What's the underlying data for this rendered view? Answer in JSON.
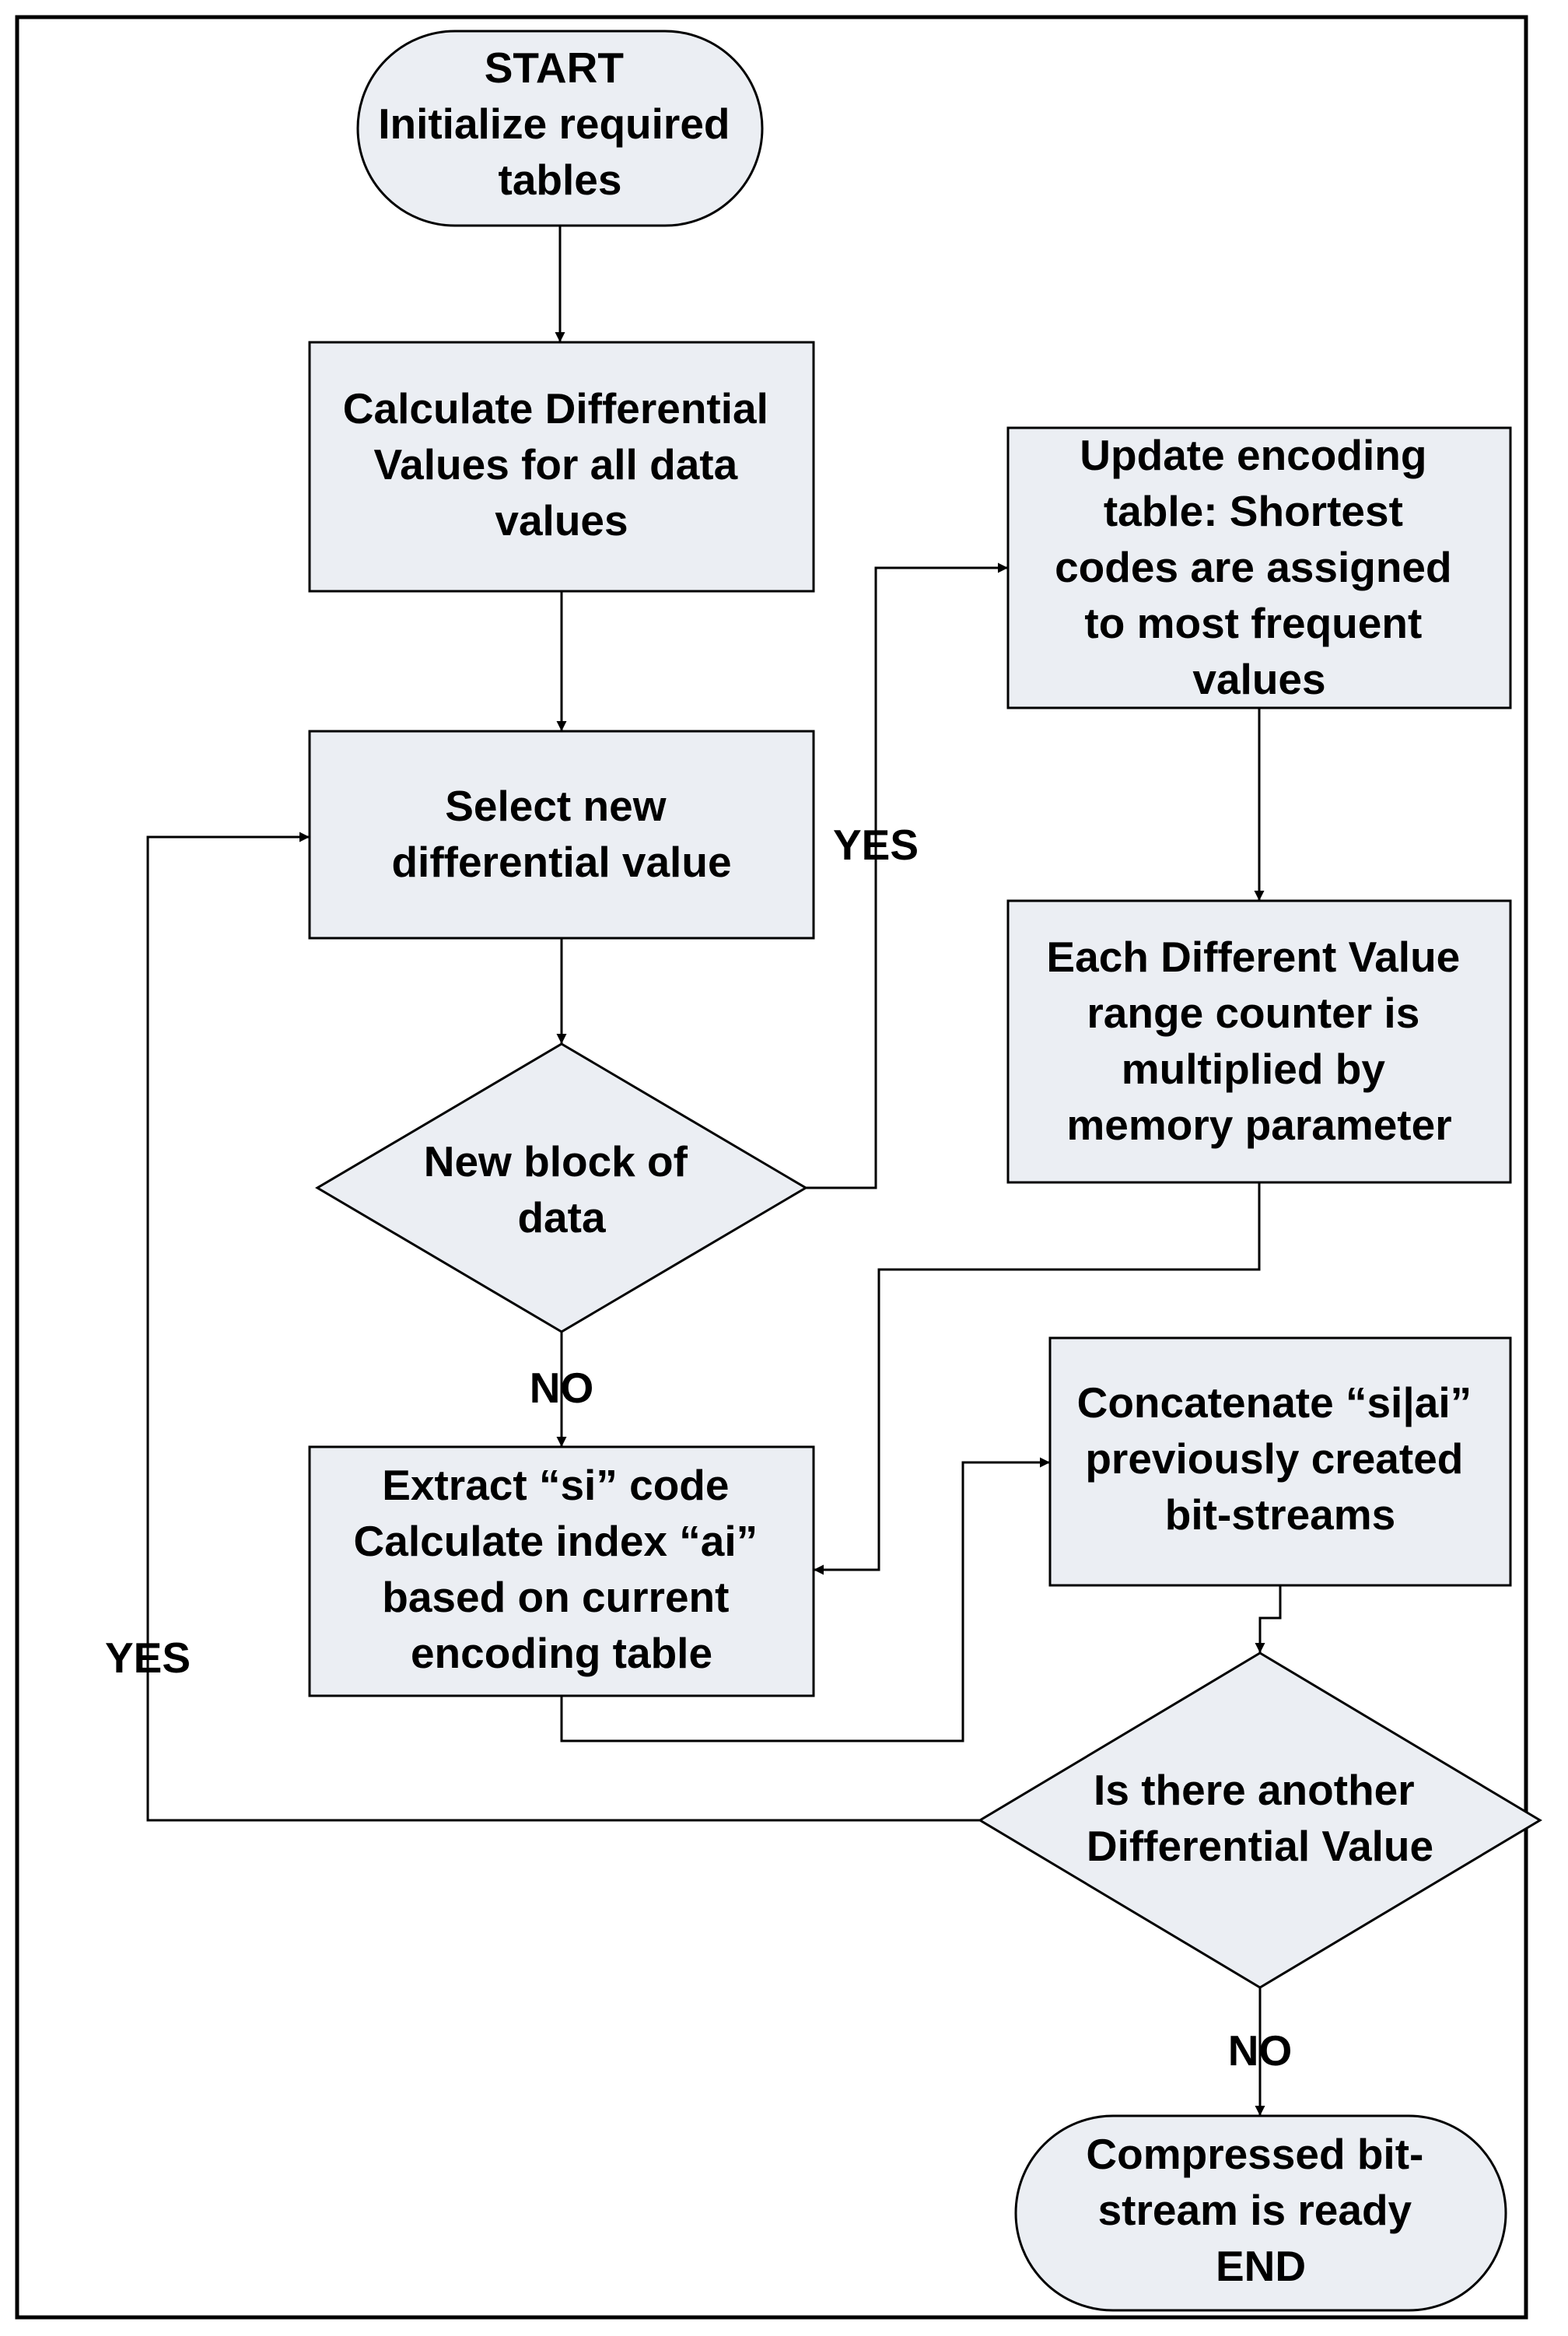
{
  "nodes": {
    "start": {
      "lines": [
        "START",
        "Initialize required",
        "tables"
      ]
    },
    "calc_diff": {
      "lines": [
        "Calculate Differential",
        "Values for all data",
        "values"
      ]
    },
    "update_table": {
      "lines": [
        "Update encoding",
        "table: Shortest",
        "codes are assigned",
        "to most frequent",
        "values"
      ]
    },
    "select_value": {
      "lines": [
        "Select new",
        "differential value"
      ]
    },
    "range_counter": {
      "lines": [
        "Each Different Value",
        "range counter is",
        "multiplied by",
        "memory parameter"
      ]
    },
    "new_block": {
      "lines": [
        "New block of",
        "data"
      ]
    },
    "concatenate": {
      "lines": [
        "Concatenate “si|ai”",
        "previously created",
        "bit-streams"
      ]
    },
    "extract": {
      "lines": [
        "Extract “si” code",
        "Calculate index “ai”",
        "based on current",
        "encoding table"
      ]
    },
    "another_value": {
      "lines": [
        "Is there another",
        "Differential Value"
      ]
    },
    "end": {
      "lines": [
        "Compressed  bit-",
        "stream is ready",
        "END"
      ]
    }
  },
  "edge_labels": {
    "new_block_yes": "YES",
    "new_block_no": "NO",
    "another_yes": "YES",
    "another_no": "NO"
  }
}
